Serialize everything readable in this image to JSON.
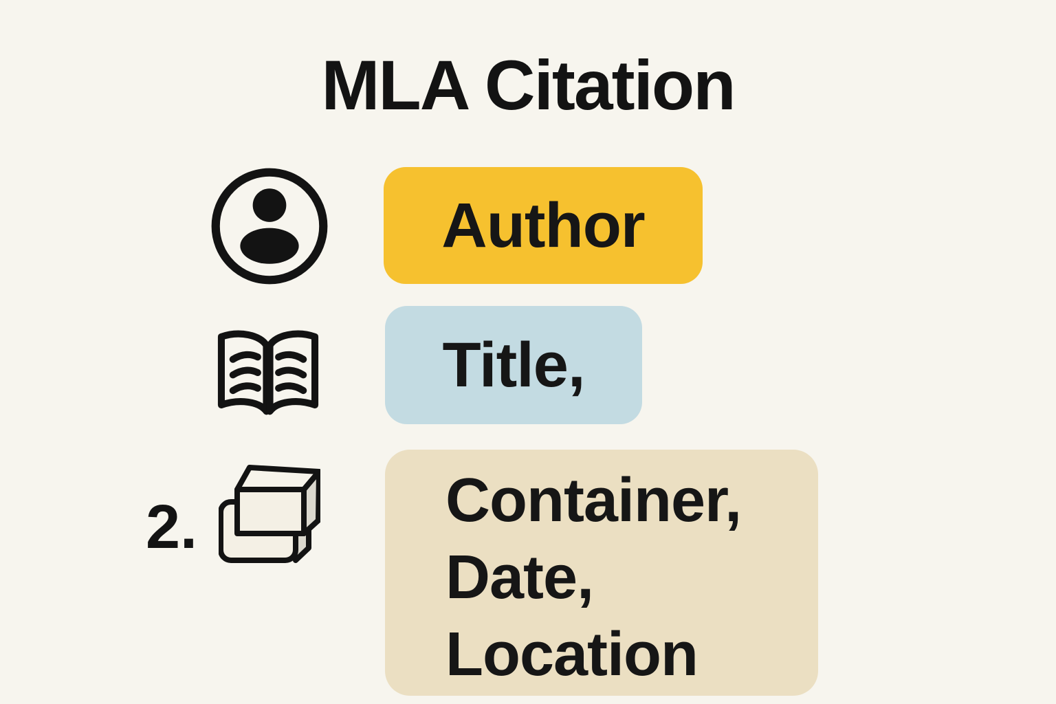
{
  "page": {
    "title": "MLA Citation",
    "background_color": "#F7F5EE",
    "text_color": "#141414"
  },
  "rows": [
    {
      "icon": "person-icon",
      "label": "Author",
      "badge_color": "#F6C12F"
    },
    {
      "icon": "open-book-icon",
      "label": "Title,",
      "badge_color": "#C3DBE2"
    },
    {
      "icon": "stacked-boxes-icon",
      "list_number": "2.",
      "label_lines": [
        "Container,",
        "Date,",
        "Location"
      ],
      "badge_color": "#EBDFC2"
    }
  ],
  "icon_colors": {
    "stroke": "#131313",
    "box_fill": "#F4F0E5",
    "box_top_fill": "#F7F4EB",
    "box_side_fill": "#DBD8CE"
  }
}
